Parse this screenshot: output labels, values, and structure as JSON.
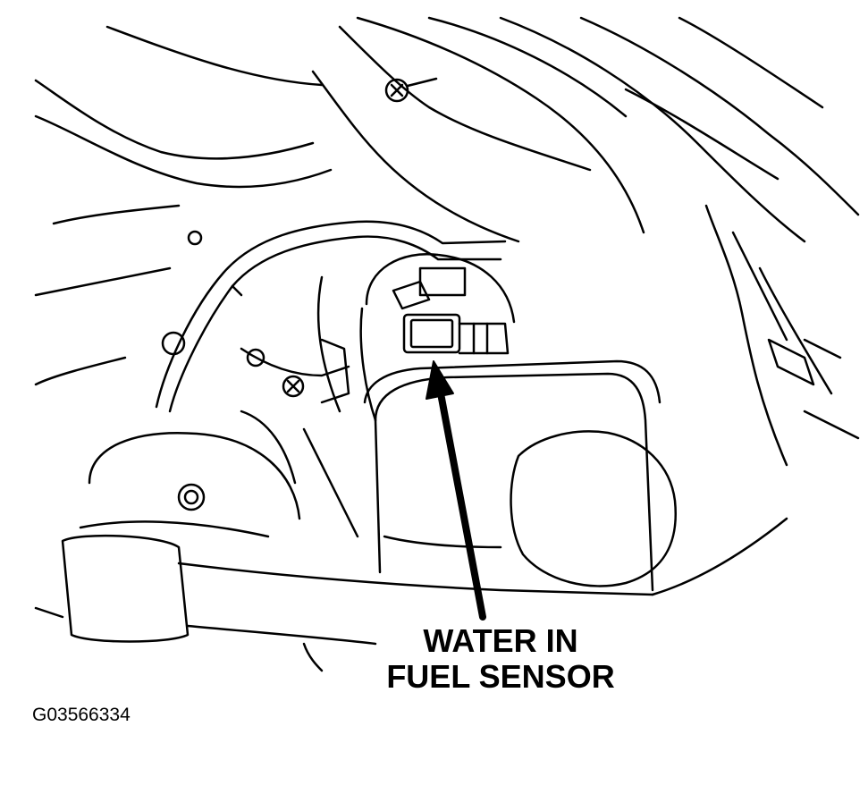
{
  "callout": {
    "line1": "WATER IN",
    "line2": "FUEL SENSOR"
  },
  "figure_id": "G03566334",
  "colors": {
    "line": "#000000",
    "background": "#ffffff"
  }
}
